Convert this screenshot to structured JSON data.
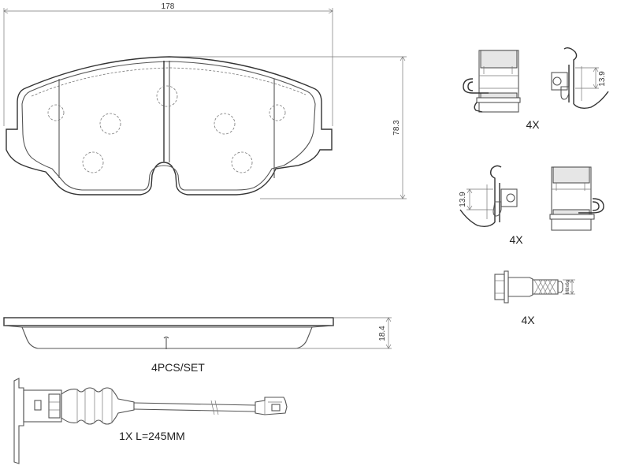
{
  "dimensions": {
    "pad_width": "178",
    "pad_height": "78.3",
    "pad_thickness": "18.4",
    "clip_a_height": "13.9",
    "clip_b_height": "13.9",
    "bolt_thread": "M8x6g"
  },
  "labels": {
    "clip_set_a_qty": "4X",
    "clip_set_b_qty": "4X",
    "bolt_qty": "4X",
    "pads_per_set": "4PCS/SET",
    "sensor_spec": "1X  L=245MM"
  }
}
